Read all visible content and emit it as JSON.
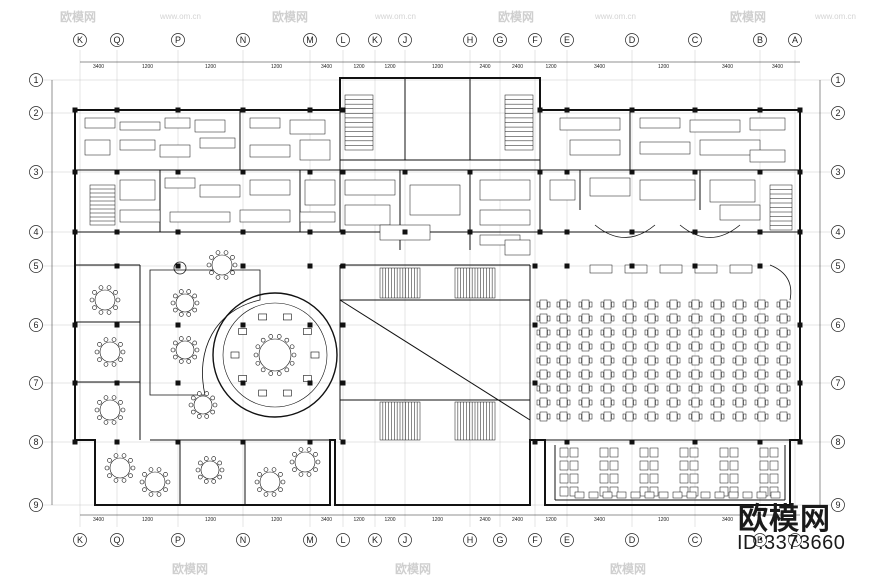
{
  "watermark": {
    "brand": "欧模网",
    "id_label": "ID:3373660",
    "repeated_brand": "欧模网",
    "repeated_url": "www.om.cn"
  },
  "grid_axes": {
    "top_labels": [
      "K",
      "Q",
      "P",
      "N",
      "M",
      "L",
      "K",
      "J",
      "H",
      "G",
      "F",
      "E",
      "D",
      "C",
      "B",
      "A"
    ],
    "bottom_labels": [
      "K",
      "Q",
      "P",
      "N",
      "M",
      "L",
      "K",
      "J",
      "H",
      "G",
      "F",
      "E",
      "D",
      "C",
      "B",
      "A"
    ],
    "left_labels": [
      "1",
      "2",
      "3",
      "4",
      "5",
      "6",
      "7",
      "8",
      "9"
    ],
    "right_labels": [
      "1",
      "2",
      "3",
      "4",
      "5",
      "6",
      "7",
      "8",
      "9"
    ]
  },
  "dimensions": {
    "top": [
      "3400",
      "1200",
      "1200",
      "1200",
      "3400",
      "1200",
      "1200",
      "1200",
      "2400",
      "2400",
      "1200",
      "3400",
      "1200",
      "3400",
      "3400"
    ],
    "bottom": [
      "3400",
      "1200",
      "1200",
      "1200",
      "3400",
      "1200",
      "1200",
      "1200",
      "2400",
      "2400",
      "1200",
      "3400",
      "1200",
      "3400",
      "3400"
    ]
  },
  "colors": {
    "line": "#111111",
    "background": "#ffffff",
    "watermark_faint": "#cfcfcf"
  }
}
